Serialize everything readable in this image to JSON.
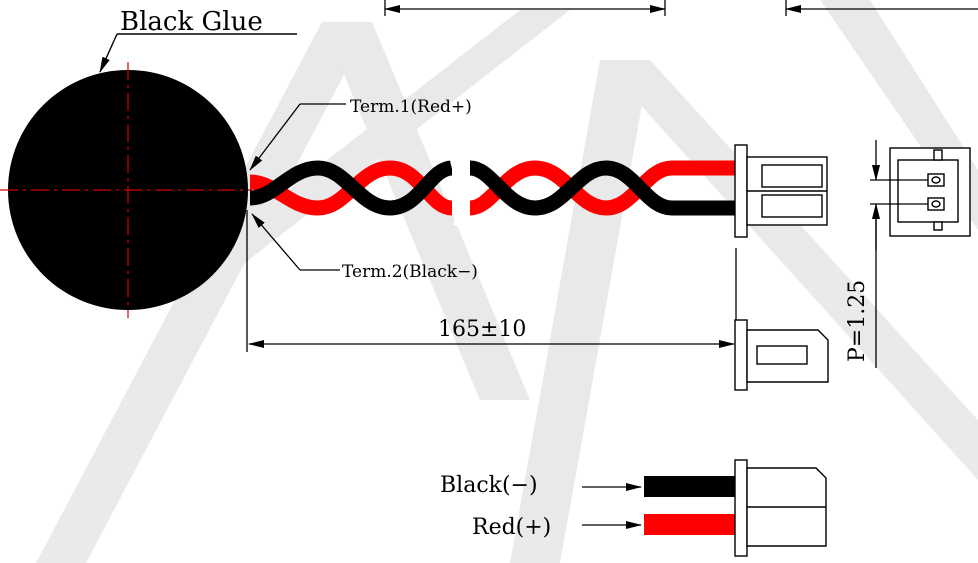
{
  "labels": {
    "black_glue": "Black Glue",
    "term1": "Term.1(Red+)",
    "term2": "Term.2(Black−)",
    "length_dim": "165±10",
    "pitch": "P=1.25",
    "legend_black": "Black(−)",
    "legend_red": "Red(+)"
  },
  "colors": {
    "red_wire": "#ff0000",
    "black_wire": "#000000",
    "watermark": "#e4e4e4",
    "centerline": "#d40000"
  }
}
